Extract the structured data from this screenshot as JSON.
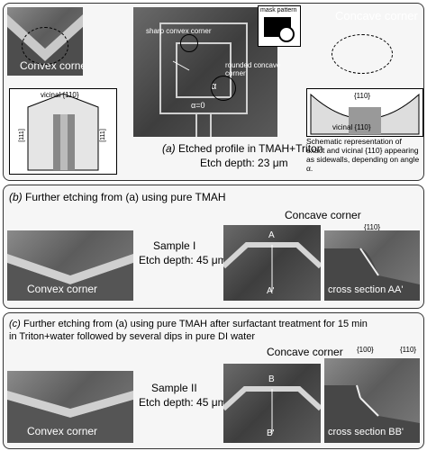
{
  "panel_a": {
    "mask_pattern": "mask pattern",
    "sharp_convex_corner": "sharp convex corner",
    "rounded_concave_corner": "rounded concave corner",
    "concave_corner_title": "Concave corner",
    "convex_corner_label": "Convex corner",
    "alpha_zero": "α=0",
    "alpha": "α",
    "caption_letter": "(a)",
    "caption_line1": "Etched profile in TMAH+Triton",
    "caption_line2": "Etch depth: 23 μm",
    "vicinal_left": "vicinal {110}",
    "vicinal_right": "vicinal {110}",
    "exact_110": "{110}",
    "miller_111_left": "[111]",
    "miller_111_right": "[111]",
    "schematic_text": "Schematic representation of exact and vicinal {110} appearing as sidewalls, depending on angle α."
  },
  "panel_b": {
    "letter": "(b)",
    "title": "Further etching from (a) using pure TMAH",
    "concave_corner": "Concave corner",
    "sample": "Sample I",
    "depth": "Etch depth: 45 μm",
    "convex_corner": "Convex corner",
    "plane_110": "{110}",
    "label_A": "A",
    "label_A_prime": "A'",
    "cross_section": "cross section AA'"
  },
  "panel_c": {
    "letter": "(c)",
    "title_line1": "Further etching from (a) using pure TMAH after surfactant treatment for 15 min",
    "title_line2": "in Triton+water followed by several dips in pure DI water",
    "concave_corner": "Concave corner",
    "plane_100": "{100}",
    "plane_110": "{110}",
    "sample": "Sample II",
    "depth": "Etch depth: 45 μm",
    "label_B": "B",
    "label_B_prime": "B'",
    "convex_corner": "Convex corner",
    "cross_section": "cross section BB'"
  }
}
